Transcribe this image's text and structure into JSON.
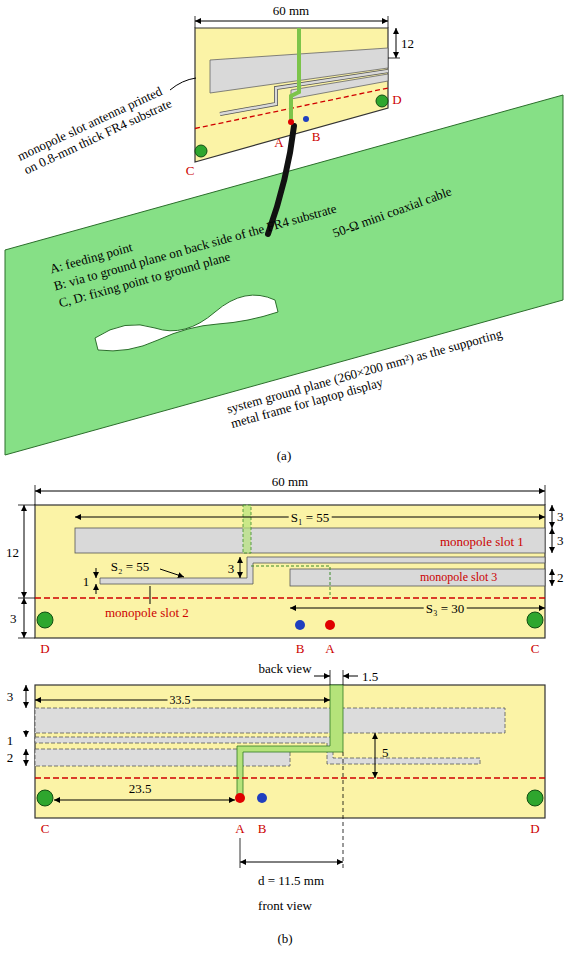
{
  "diagram": {
    "labels": [
      "60 mm",
      "12",
      "A",
      "B",
      "C",
      "D",
      "monopole slot antenna printed on 0.8-mm thick FR4 substrate",
      "50-Ω mini coaxial cable",
      "A: feeding point",
      "B: via to ground plane on back side of the FR4 substrate",
      "C, D: fixing point to ground plane",
      "system ground plane (260×200 mm²) as the supporting metal frame for laptop display",
      "(a)",
      "60 mm",
      "12",
      "3",
      "3",
      "S₁ = 55",
      "monopole slot 1",
      "3",
      "S₂ = 55",
      "1",
      "2",
      "monopole slot 3",
      "monopole slot 2",
      "3",
      "D",
      "B",
      "A",
      "S₃ = 30",
      "C",
      "back view",
      "1.5",
      "3",
      "33.5",
      "2",
      "5",
      "1",
      "C",
      "23.5",
      "A",
      "B",
      "D",
      "d = 11.5 mm",
      "front view",
      "(b)"
    ]
  }
}
